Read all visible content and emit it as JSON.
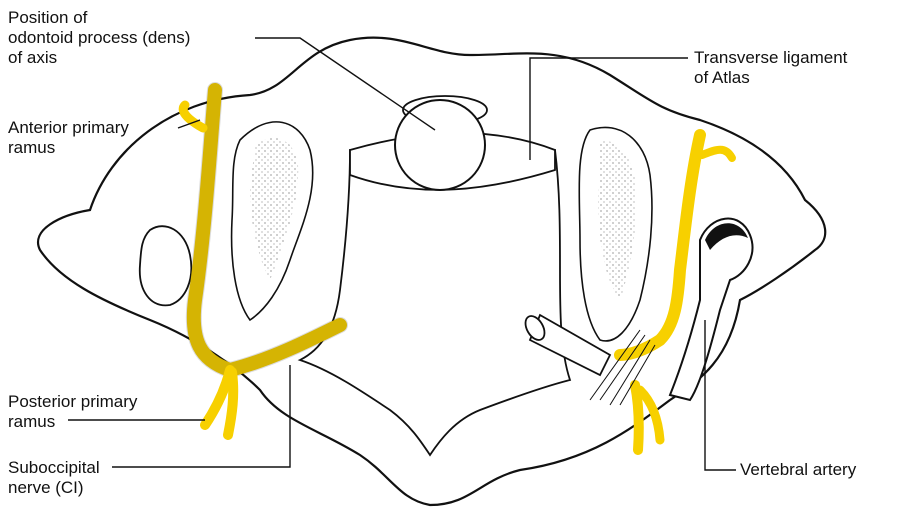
{
  "labels": {
    "dens": {
      "line1": "Position of",
      "line2": "odontoid process (dens)",
      "line3": "of axis"
    },
    "transverse": {
      "line1": "Transverse ligament",
      "line2": "of Atlas"
    },
    "anterior": {
      "line1": "Anterior primary",
      "line2": "ramus"
    },
    "posterior": {
      "line1": "Posterior primary",
      "line2": "ramus"
    },
    "suboccipital": {
      "line1": "Suboccipital",
      "line2": "nerve (CI)"
    },
    "vertebral": {
      "line1": "Vertebral artery"
    }
  },
  "colors": {
    "nerve": "#f7d000",
    "outline": "#111111",
    "background": "#ffffff"
  }
}
